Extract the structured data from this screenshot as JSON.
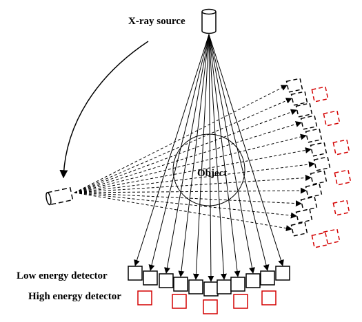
{
  "labels": {
    "source": "X-ray source",
    "object": "Object",
    "low_detector": "Low energy detector",
    "high_detector": "High energy detector"
  },
  "colors": {
    "low_detector": "#000000",
    "high_detector": "#d40000",
    "rays": "#000000"
  },
  "icons": [
    "x-ray-source-icon",
    "detector-element-icon",
    "rotation-arrow-icon"
  ]
}
